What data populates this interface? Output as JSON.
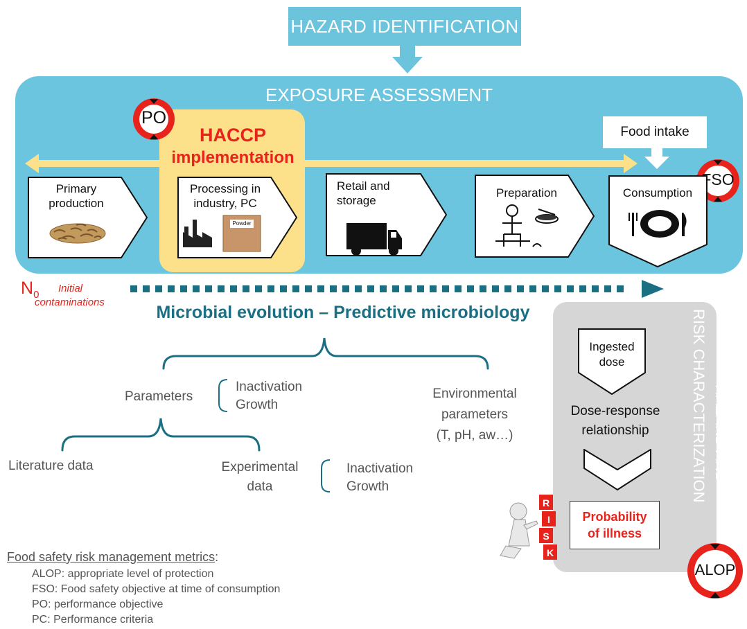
{
  "hazard_identification": "HAZARD IDENTIFICATION",
  "exposure_assessment": "EXPOSURE ASSESSMENT",
  "haccp": {
    "title": "HACCP",
    "subtitle": "implementation"
  },
  "markers": {
    "po": "PO",
    "fso": "FSO",
    "alop": "ALOP"
  },
  "food_intake": "Food intake",
  "steps": [
    {
      "line1": "Primary",
      "line2": "production"
    },
    {
      "line1": "Processing in",
      "line2": "industry, PC",
      "powder": "Powder"
    },
    {
      "line1": "Retail and",
      "line2": "storage"
    },
    {
      "line1": "Preparation",
      "line2": ""
    },
    {
      "line1": "Consumption",
      "line2": ""
    }
  ],
  "initial": {
    "n": "N",
    "sub": "0",
    "line1": "Initial",
    "line2": "contaminations"
  },
  "microbial_title": "Microbial evolution – Predictive microbiology",
  "parameters": "Parameters",
  "inactivation": "Inactivation",
  "growth": "Growth",
  "environmental": {
    "line1": "Environmental",
    "line2": "parameters",
    "line3": "(T, pH, aw…)"
  },
  "literature_data": "Literature data",
  "experimental": {
    "line1": "Experimental",
    "line2": "data"
  },
  "hazard_characterization": {
    "line1": "HAZARD AND",
    "line2": "RISK CHARACTERIZATION"
  },
  "ingested_dose": {
    "line1": "Ingested",
    "line2": "dose"
  },
  "dose_response": {
    "line1": "Dose-response",
    "line2": "relationship"
  },
  "probability": {
    "line1": "Probability",
    "line2": "of illness"
  },
  "risk_letters": [
    "R",
    "I",
    "S",
    "K"
  ],
  "metrics": {
    "title": "Food safety risk management metrics",
    "colon": ":",
    "items": [
      "ALOP: appropriate level of protection",
      "FSO: Food safety objective at time of consumption",
      "PO: performance objective",
      "PC: Performance criteria"
    ]
  },
  "colors": {
    "light_blue": "#6bc3dc",
    "teal": "#1b6f83",
    "yellow": "#fde08a",
    "red": "#e8231b",
    "gray": "#d6d6d6",
    "arrow": "#fde08a"
  }
}
